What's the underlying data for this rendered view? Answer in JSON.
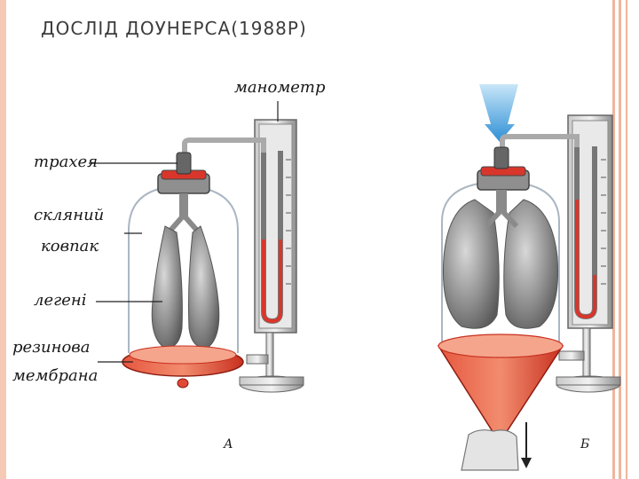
{
  "slide": {
    "title": "ДОСЛІД ДОУНЕРСА(1988Р)"
  },
  "diagram": {
    "labels": {
      "manometer": "манометр",
      "trachea": "трахея",
      "glass_line1": "скляний",
      "glass_line2": "ковпак",
      "lungs": "легені",
      "membrane_line1": "резинова",
      "membrane_line2": "мембрана",
      "panel_a": "А",
      "panel_b": "Б"
    },
    "colors": {
      "fluid": "#d9362b",
      "glass": "#aab6c2",
      "stand": "#9a9a9a",
      "arrow": "#5fb4e6"
    }
  }
}
